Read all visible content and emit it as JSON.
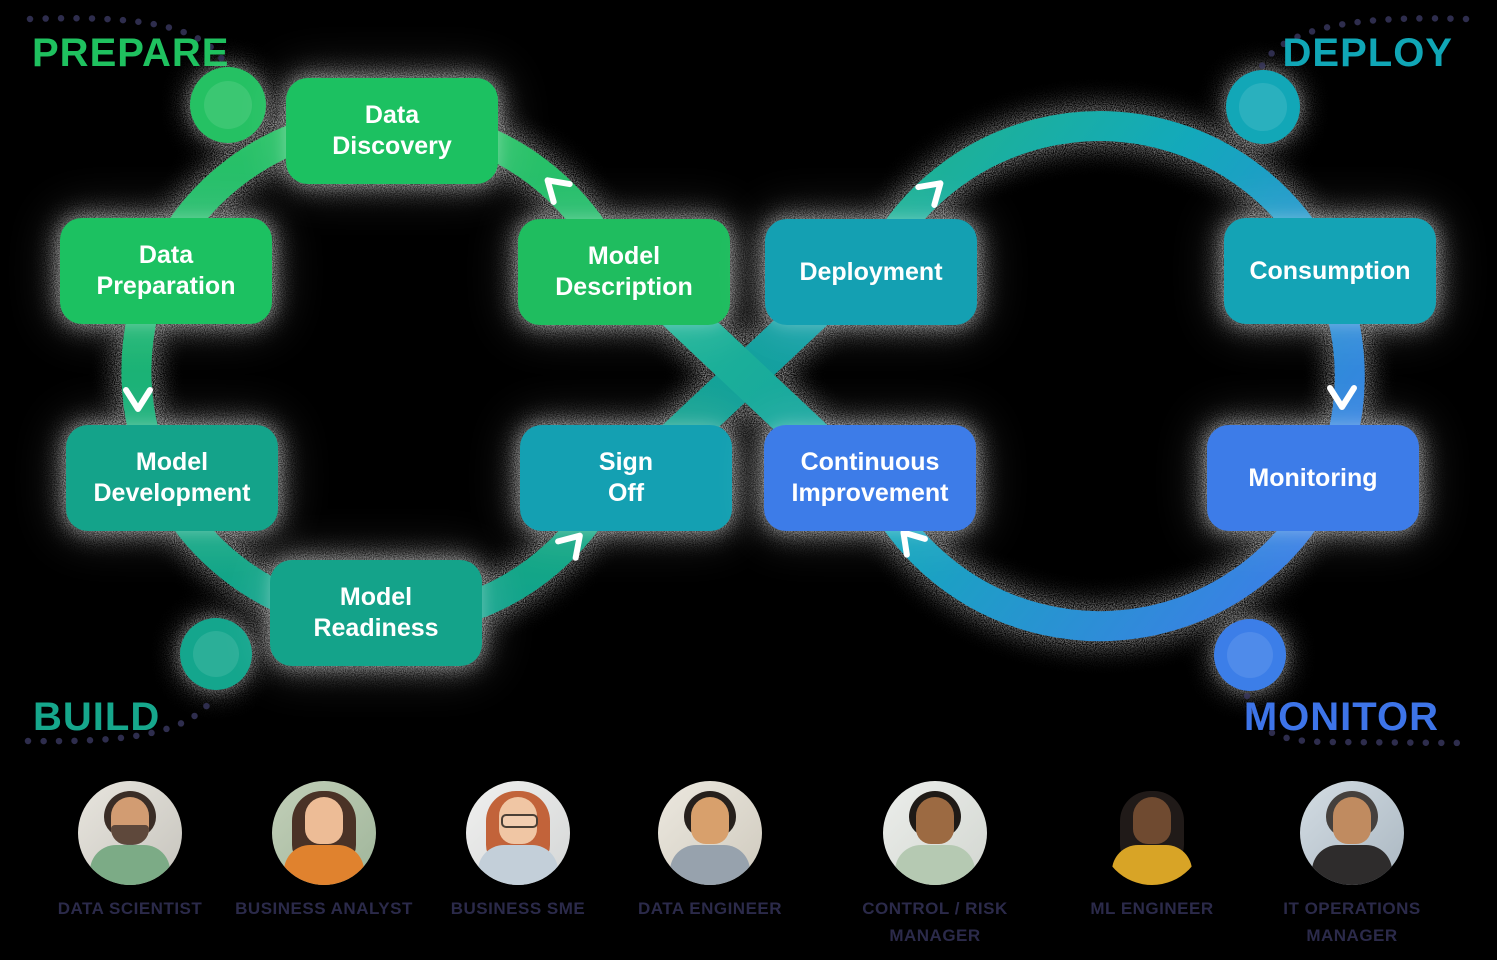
{
  "corner_labels": {
    "prepare": {
      "text": "PREPARE",
      "color": "#1fc15f"
    },
    "deploy": {
      "text": "DEPLOY",
      "color": "#10a6b6"
    },
    "build": {
      "text": "BUILD",
      "color": "#16a78c"
    },
    "monitor": {
      "text": "MONITOR",
      "color": "#3d74e8"
    }
  },
  "nodes": [
    {
      "id": "data-discovery",
      "label": "Data\nDiscovery",
      "color": "#1cc161"
    },
    {
      "id": "data-preparation",
      "label": "Data\nPreparation",
      "color": "#1cc161"
    },
    {
      "id": "model-development",
      "label": "Model\nDevelopment",
      "color": "#14a38a"
    },
    {
      "id": "model-readiness",
      "label": "Model\nReadiness",
      "color": "#14a38a"
    },
    {
      "id": "model-description",
      "label": "Model\nDescription",
      "color": "#1fbd5f"
    },
    {
      "id": "sign-off",
      "label": "Sign\nOff",
      "color": "#14a0b2"
    },
    {
      "id": "deployment",
      "label": "Deployment",
      "color": "#14a0b2"
    },
    {
      "id": "continuous-improvement",
      "label": "Continuous\nImprovement",
      "color": "#3d7ce8"
    },
    {
      "id": "consumption",
      "label": "Consumption",
      "color": "#14a3b5"
    },
    {
      "id": "monitoring",
      "label": "Monitoring",
      "color": "#3d7ce8"
    }
  ],
  "loop_dots": [
    {
      "id": "prepare-dot",
      "color": "#25c163"
    },
    {
      "id": "deploy-dot",
      "color": "#12a7b7"
    },
    {
      "id": "build-dot",
      "color": "#14a68d"
    },
    {
      "id": "monitor-dot",
      "color": "#3c7ee8"
    }
  ],
  "roles": [
    {
      "label": "DATA SCIENTIST"
    },
    {
      "label": "BUSINESS ANALYST"
    },
    {
      "label": "BUSINESS SME"
    },
    {
      "label": "DATA ENGINEER"
    },
    {
      "label": "CONTROL / RISK\nMANAGER"
    },
    {
      "label": "ML ENGINEER"
    },
    {
      "label": "IT OPERATIONS\nMANAGER"
    }
  ],
  "accent_colors": {
    "green": "#1cc161",
    "teal_green": "#14a38a",
    "teal": "#14a0b2",
    "blue": "#3d7ce8",
    "dotted_line": "#2e2d4d",
    "role_text": "#2b2a4a"
  }
}
